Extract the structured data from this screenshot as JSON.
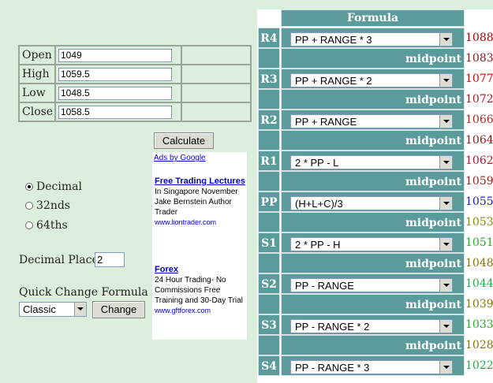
{
  "inputs": {
    "rows": [
      {
        "label": "Open",
        "value": "1049"
      },
      {
        "label": "High",
        "value": "1059.5"
      },
      {
        "label": "Low",
        "value": "1048.5"
      },
      {
        "label": "Close",
        "value": "1058.5"
      }
    ],
    "calculate_label": "Calculate"
  },
  "format": {
    "options": [
      {
        "label": "Decimal",
        "selected": true
      },
      {
        "label": "32nds",
        "selected": false
      },
      {
        "label": "64ths",
        "selected": false
      }
    ],
    "decimal_places_label": "Decimal Places",
    "decimal_places_value": "2",
    "quick_change_label": "Quick Change Formula Set",
    "formula_set_value": "Classic",
    "change_label": "Change"
  },
  "ads": {
    "ads_by_label": "Ads by Google",
    "items": [
      {
        "title": "Free Trading Lectures",
        "text": "In Singapore November Jake Bernstein Author Trader",
        "url": "www.liontrader.com"
      },
      {
        "title": "Forex",
        "text": "24 Hour Trading- No Commissions Free Training and 30-Day Trial",
        "url": "www.gftforex.com"
      }
    ]
  },
  "formula_table": {
    "header": "Formula",
    "midpoint_label": "midpoint",
    "levels": [
      {
        "label": "R4",
        "formula": "PP + RANGE * 3",
        "value": "1088.50",
        "color": "#b30000"
      },
      {
        "mid": "1083.00",
        "color": "#8b1a1a"
      },
      {
        "label": "R3",
        "formula": "PP + RANGE * 2",
        "value": "1077.50",
        "color": "#e00000"
      },
      {
        "mid": "1072.00",
        "color": "#a21a1a"
      },
      {
        "label": "R2",
        "formula": "PP + RANGE",
        "value": "1066.50",
        "color": "#b22222"
      },
      {
        "mid": "1064.50",
        "color": "#8b1a1a"
      },
      {
        "label": "R1",
        "formula": "2 * PP - L",
        "value": "1062.50",
        "color": "#c0102a"
      },
      {
        "mid": "1059.00",
        "color": "#a21a1a"
      },
      {
        "label": "PP",
        "formula": "(H+L+C)/3",
        "value": "1055.50",
        "color": "#1a1ad0"
      },
      {
        "mid": "1053.50",
        "color": "#8b8b00"
      },
      {
        "label": "S1",
        "formula": "2 * PP - H",
        "value": "1051.50",
        "color": "#22b022"
      },
      {
        "mid": "1048.00",
        "color": "#8b7500"
      },
      {
        "label": "S2",
        "formula": "PP - RANGE",
        "value": "1044.50",
        "color": "#1fae3f"
      },
      {
        "mid": "1039.00",
        "color": "#8b7500"
      },
      {
        "label": "S3",
        "formula": "PP - RANGE * 2",
        "value": "1033.50",
        "color": "#22b022"
      },
      {
        "mid": "1028.00",
        "color": "#8b7500"
      },
      {
        "label": "S4",
        "formula": "PP - RANGE * 3",
        "value": "1022.50",
        "color": "#1fae3f"
      }
    ]
  }
}
